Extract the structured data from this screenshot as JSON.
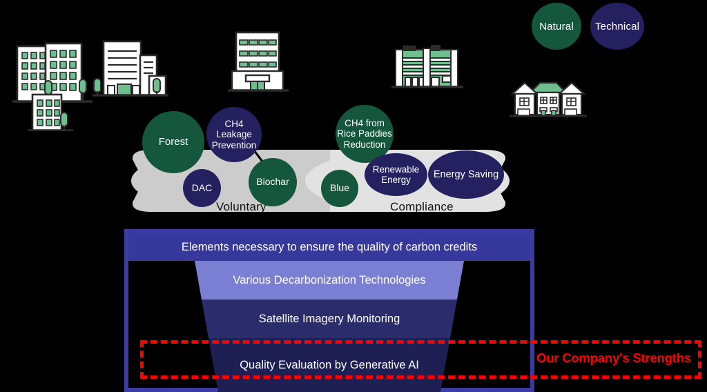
{
  "legend": {
    "items": [
      {
        "key": "natural",
        "label": "Natural",
        "color": "#14573D"
      },
      {
        "key": "technical",
        "label": "Technical",
        "color": "#252160"
      }
    ]
  },
  "band": {
    "left_label": "Voluntary",
    "right_label": "Compliance",
    "left_fill": "#CCCCCC",
    "right_fill": "#E2E2E2"
  },
  "bubbles": [
    {
      "key": "forest",
      "label": "Forest",
      "type": "Natural"
    },
    {
      "key": "ch4_leakage",
      "label": "CH4 Leakage Prevention",
      "type": "Technical"
    },
    {
      "key": "dac",
      "label": "DAC",
      "type": "Technical"
    },
    {
      "key": "biochar",
      "label": "Biochar",
      "type": "Natural"
    },
    {
      "key": "ch4_rice",
      "label": "CH4 from Rice Paddies Reduction",
      "type": "Natural"
    },
    {
      "key": "blue",
      "label": "Blue",
      "type": "Natural"
    },
    {
      "key": "renewable",
      "label": "Renewable Energy",
      "type": "Technical"
    },
    {
      "key": "energy_saving",
      "label": "Energy Saving",
      "type": "Technical"
    }
  ],
  "bubble_lines": {
    "forest": [
      "Forest"
    ],
    "ch4_leakage": [
      "CH4",
      "Leakage",
      "Prevention"
    ],
    "dac": [
      "DAC"
    ],
    "biochar": [
      "Biochar"
    ],
    "ch4_rice": [
      "CH4 from",
      "Rice Paddies",
      "Reduction"
    ],
    "blue": [
      "Blue"
    ],
    "renewable": [
      "Renewable",
      "Energy"
    ],
    "energy_saving": [
      "Energy Saving"
    ]
  },
  "panel": {
    "header": "Elements necessary to ensure the quality of carbon credits",
    "header_color": "#37389B",
    "border_color": "#3B3BA3",
    "layers": [
      {
        "label": "Various Decarbonization Technologies",
        "color": "#7B7FD4"
      },
      {
        "label": "Satellite Imagery Monitoring",
        "color": "#2B2C6B"
      },
      {
        "label": "Quality Evaluation by Generative AI",
        "color": "#1E1F52"
      }
    ]
  },
  "callout": {
    "label": "Our Company's Strengths",
    "color": "#FF0000"
  },
  "illustrations": [
    {
      "key": "apartment-cluster",
      "name": "apartment-buildings"
    },
    {
      "key": "office-cluster",
      "name": "office-buildings"
    },
    {
      "key": "mid-rise",
      "name": "mid-rise-building"
    },
    {
      "key": "retail",
      "name": "retail-building"
    },
    {
      "key": "houses",
      "name": "suburban-houses"
    }
  ],
  "illus_colors": {
    "outline": "#2B2B2B",
    "fill": "#FFFFFF",
    "accent": "#6EBE8E",
    "accent_dark": "#4FA775"
  }
}
